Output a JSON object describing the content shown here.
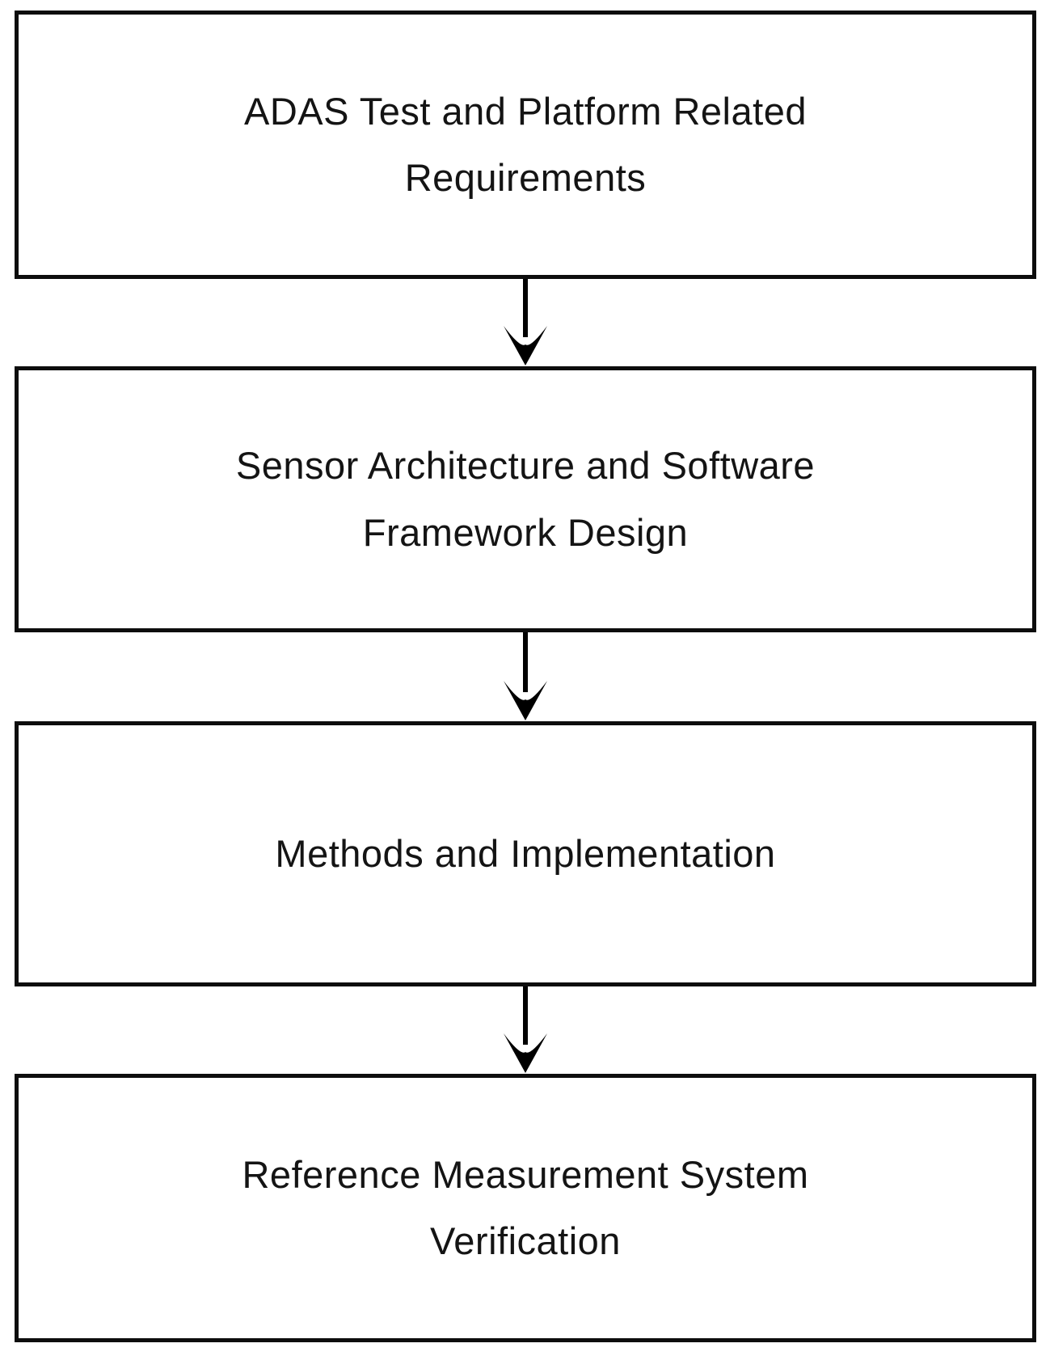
{
  "diagram": {
    "type": "flowchart",
    "direction": "top-down",
    "nodes": [
      {
        "id": 1,
        "label": "ADAS Test and Platform Related\nRequirements"
      },
      {
        "id": 2,
        "label": "Sensor Architecture and Software\nFramework Design"
      },
      {
        "id": 3,
        "label": "Methods and Implementation"
      },
      {
        "id": 4,
        "label": "Reference Measurement System\nVerification"
      }
    ],
    "edges": [
      {
        "from": 1,
        "to": 2,
        "style": "arrow-down"
      },
      {
        "from": 2,
        "to": 3,
        "style": "arrow-down"
      },
      {
        "from": 3,
        "to": 4,
        "style": "arrow-down"
      }
    ],
    "colors": {
      "background": "#ffffff",
      "box_fill": "#ffffff",
      "box_border": "#0d0d0d",
      "text": "#141414",
      "arrow": "#000000"
    }
  }
}
